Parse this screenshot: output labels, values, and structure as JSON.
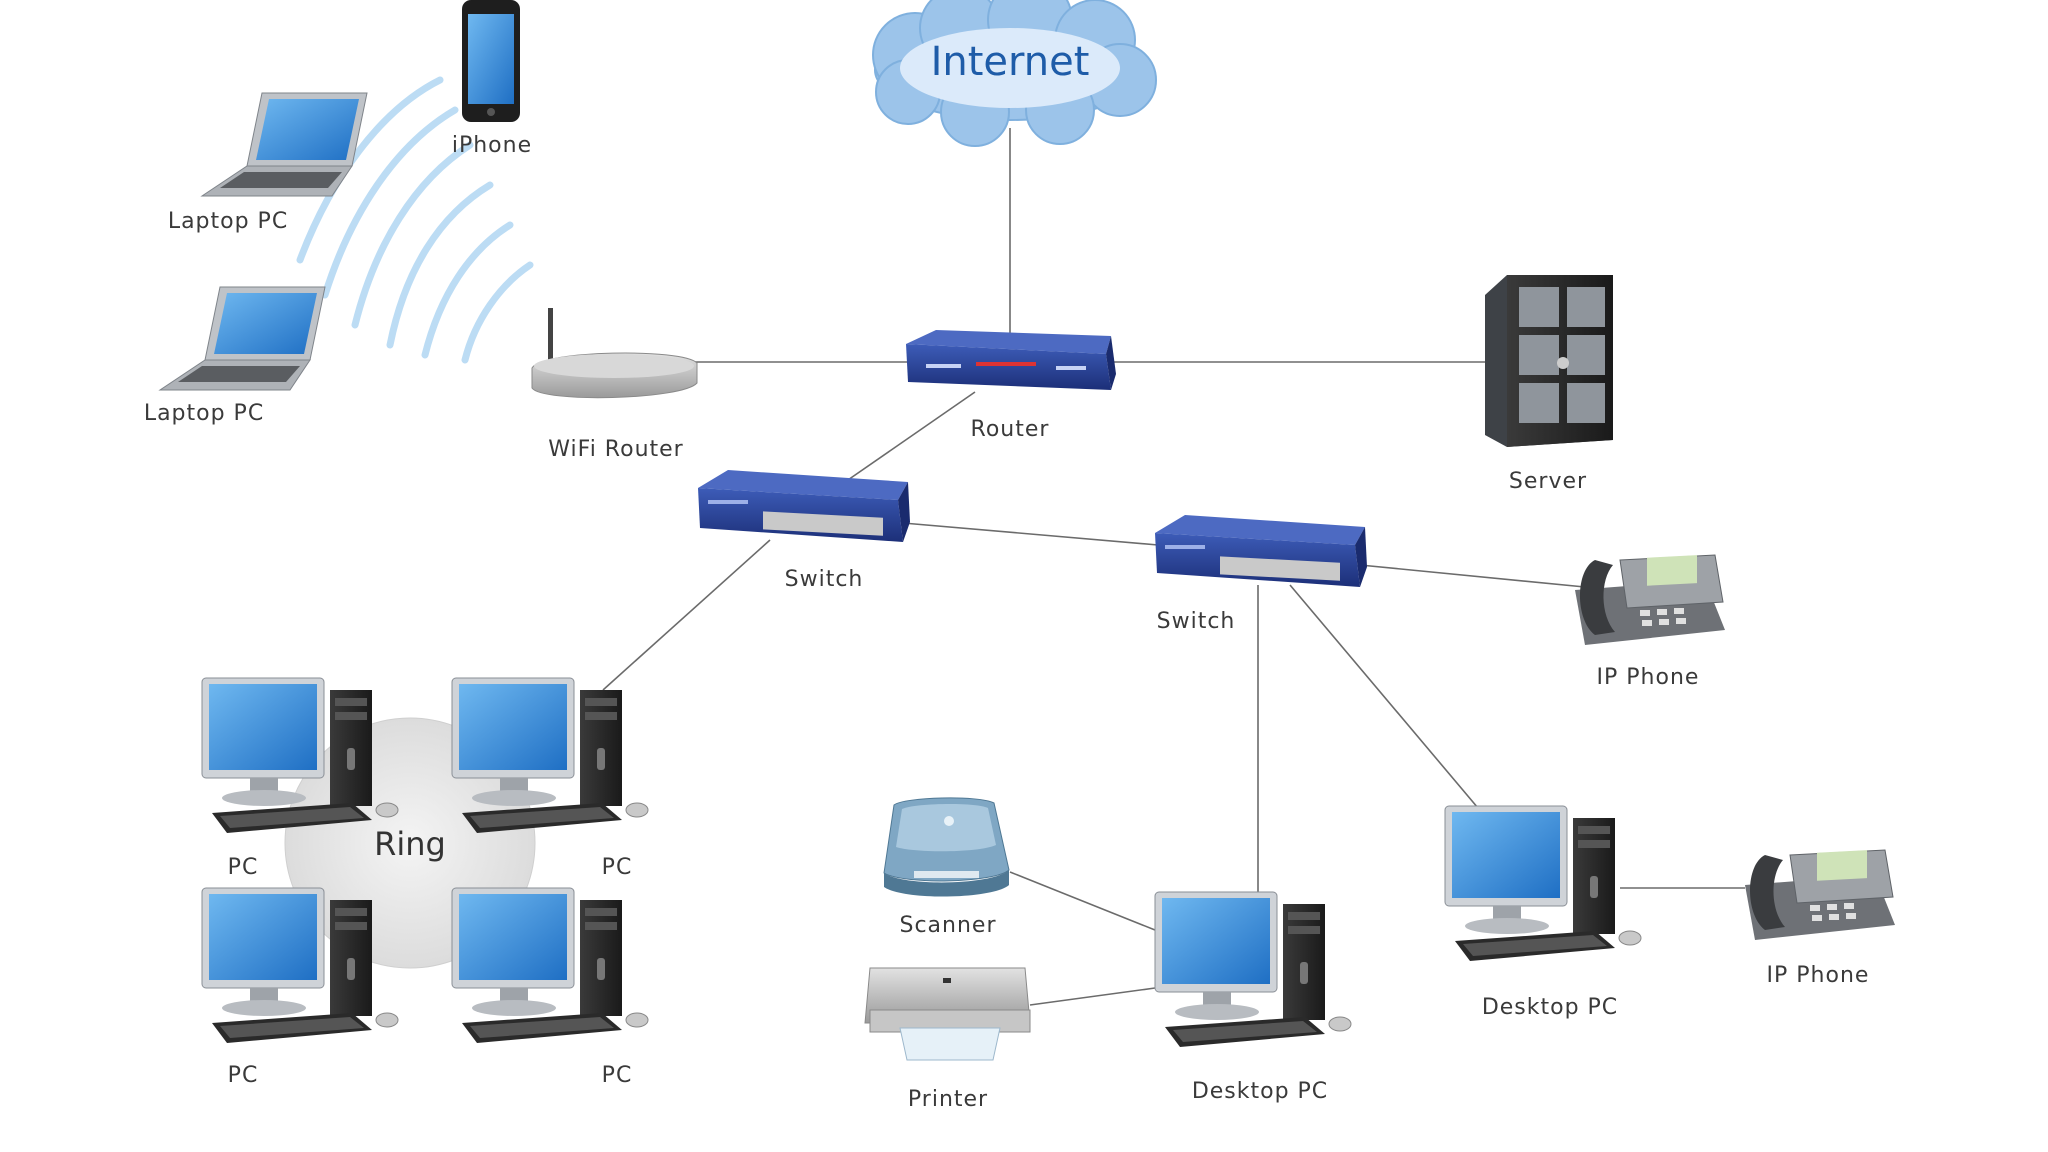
{
  "labels": {
    "internet": "Internet",
    "iphone": "iPhone",
    "laptop1": "Laptop PC",
    "laptop2": "Laptop PC",
    "wifi_router": "WiFi Router",
    "router": "Router",
    "server": "Server",
    "switch1": "Switch",
    "switch2": "Switch",
    "ip_phone1": "IP Phone",
    "ip_phone2": "IP Phone",
    "ring": "Ring",
    "pc1": "PC",
    "pc2": "PC",
    "pc3": "PC",
    "pc4": "PC",
    "scanner": "Scanner",
    "printer": "Printer",
    "desktop_pc1": "Desktop PC",
    "desktop_pc2": "Desktop PC"
  },
  "colors": {
    "cloud": "#9cc4ea",
    "device_blue": "#27408b",
    "screen": "#2f86d8",
    "wifi_arc": "#b9d9f2",
    "ring": "#e6e6e6",
    "line": "#6b6b6b"
  },
  "icons": [
    "cloud-icon",
    "smartphone-icon",
    "laptop-icon",
    "wifi-router-icon",
    "router-icon",
    "server-icon",
    "network-switch-icon",
    "ip-phone-icon",
    "desktop-pc-icon",
    "scanner-icon",
    "printer-icon"
  ]
}
